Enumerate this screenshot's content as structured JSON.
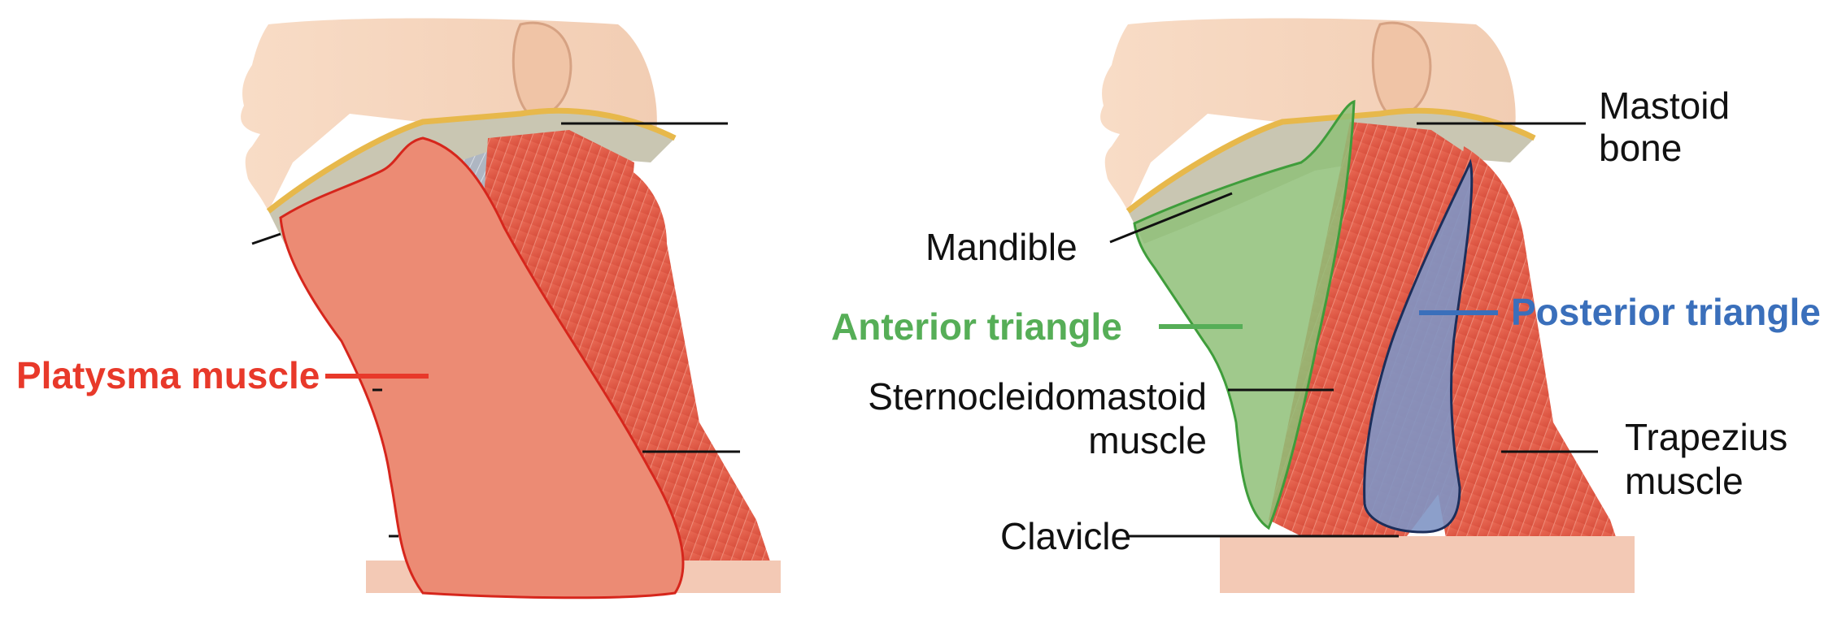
{
  "diagram": {
    "left_panel": {
      "platysma": {
        "text": "Platysma muscle",
        "color": "#e8392a"
      }
    },
    "right_panel": {
      "mastoid": {
        "line1": "Mastoid",
        "line2": "bone"
      },
      "mandible": {
        "text": "Mandible"
      },
      "anterior": {
        "text": "Anterior triangle",
        "color": "#56ae57"
      },
      "posterior": {
        "text": "Posterior triangle",
        "color": "#3a6fbb"
      },
      "scm": {
        "line1": "Sternocleidomastoid",
        "line2": "muscle"
      },
      "trapezius": {
        "line1": "Trapezius",
        "line2": "muscle"
      },
      "clavicle": {
        "text": "Clavicle"
      }
    }
  }
}
